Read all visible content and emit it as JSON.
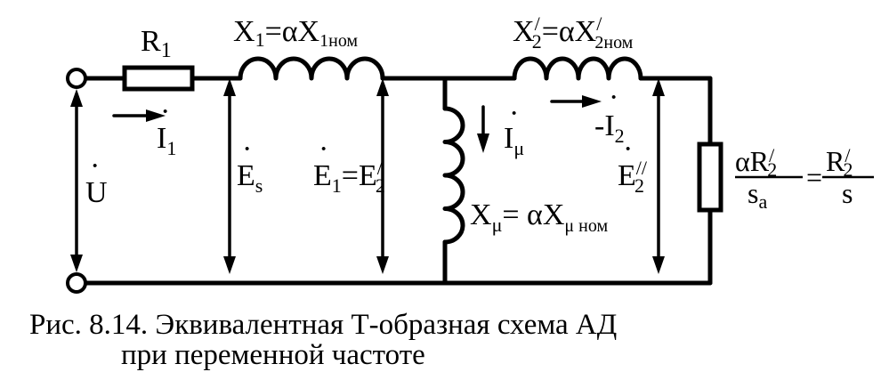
{
  "labels": {
    "r1": "R",
    "r1_sub": "1",
    "x1_formula": "X",
    "x1_sub": "1",
    "x1_eq": "=αX",
    "x1_nom_sub": "1ном",
    "x2_formula": "X",
    "x2_prime": "/",
    "x2_sub": "2",
    "x2_eq": "=αX",
    "x2_prime2": "/",
    "x2_nom_sub": "2ном",
    "i1": "I",
    "i1_sub": "1",
    "i1_dot": "·",
    "u": "U",
    "u_dot": "·",
    "es": "E",
    "es_sub": "s",
    "es_dot": "·",
    "e1": "E",
    "e1_sub": "1",
    "e1_eq": "=E",
    "e1_prime": "/",
    "e1_sub2": "2",
    "e1_dot": "·",
    "imu": "I",
    "imu_sub": "μ",
    "imu_dot": "·",
    "i2": "-I",
    "i2_sub": "2",
    "i2_dot": "·",
    "e2": "E",
    "e2_prime": "//",
    "e2_sub": "2",
    "e2_dot": "·",
    "xmu": "X",
    "xmu_sub": "μ",
    "xmu_eq": "= αX",
    "xmu_nom_sub": "μ ном",
    "load_num_a": "αR",
    "load_num_prime": "/",
    "load_num_sub": "2",
    "load_den_a": "s",
    "load_den_sub": "a",
    "load_eq": "=",
    "load_num_b": "R",
    "load_num_b_prime": "/",
    "load_num_b_sub": "2",
    "load_den_b": "s"
  },
  "caption": {
    "line1": "Рис. 8.14. Эквивалентная Т-образная схема АД",
    "line2": "при переменной частоте"
  }
}
